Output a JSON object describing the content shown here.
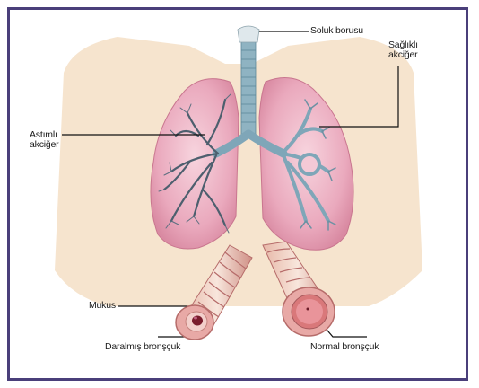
{
  "labels": {
    "trachea": "Soluk borusu",
    "healthy_lung": [
      "Sağlıklı",
      "akciğer"
    ],
    "diseased_lung": [
      "Astımlı",
      "akciğer"
    ],
    "mucus": "Mukus",
    "narrowed_bronchus": "Daralmış bronşçuk",
    "normal_bronchus": "Normal bronşçuk"
  },
  "colors": {
    "frame": "#4a3f7a",
    "skin": "#f5dfc6",
    "lung": "#eaa9bd",
    "airway": "#7fa6b8",
    "tissue": "#c97f82"
  }
}
